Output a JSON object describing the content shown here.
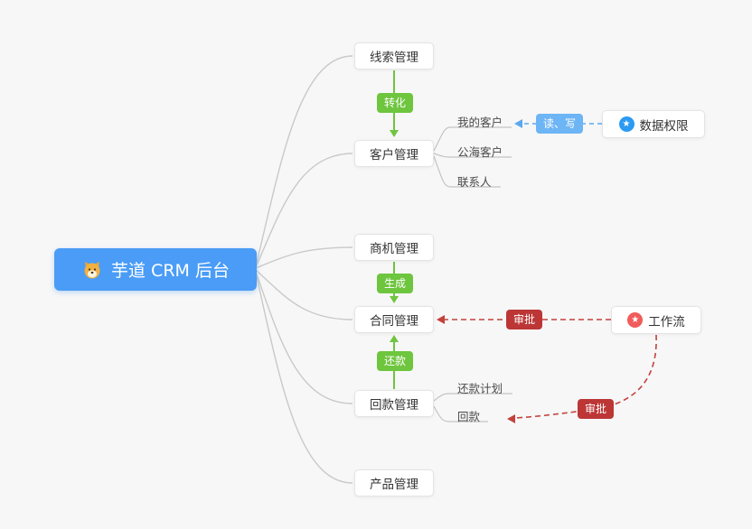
{
  "colors": {
    "canvas_bg": "#f7f7f7",
    "root_blue": "#4a9cf6",
    "green": "#6ec53e",
    "light_blue": "#6db5f5",
    "dark_red": "#bd3636",
    "red_line": "#c4403c",
    "blue_line": "#5aa8f0",
    "gray_line": "#c9c9c9",
    "node_border": "#e4e4e4",
    "node_text": "#333333",
    "sub_text": "#4a4a4a",
    "badge_blue": "#2b9af3",
    "badge_red": "#f05b5b"
  },
  "icons": {
    "root": "dog-face",
    "data_permission_badge": "star-circle-blue",
    "workflow_badge": "star-circle-red",
    "star_glyph": "★"
  },
  "root": {
    "label": "芋道 CRM 后台"
  },
  "topics": {
    "clue": {
      "label": "线索管理"
    },
    "customer": {
      "label": "客户管理"
    },
    "opportunity": {
      "label": "商机管理"
    },
    "contract": {
      "label": "合同管理"
    },
    "receivable": {
      "label": "回款管理"
    },
    "product": {
      "label": "产品管理"
    }
  },
  "side_nodes": {
    "data_permission": {
      "label": "数据权限"
    },
    "workflow": {
      "label": "工作流"
    }
  },
  "children": {
    "my_customers": {
      "label": "我的客户"
    },
    "public_customers": {
      "label": "公海客户"
    },
    "contacts": {
      "label": "联系人"
    },
    "repayment_plan": {
      "label": "还款计划"
    },
    "receipt": {
      "label": "回款"
    }
  },
  "edge_labels": {
    "convert": {
      "label": "转化"
    },
    "generate": {
      "label": "生成"
    },
    "repay": {
      "label": "还款"
    },
    "read_write": {
      "label": "读、写"
    },
    "approve_contract": {
      "label": "审批"
    },
    "approve_receipt": {
      "label": "审批"
    }
  }
}
